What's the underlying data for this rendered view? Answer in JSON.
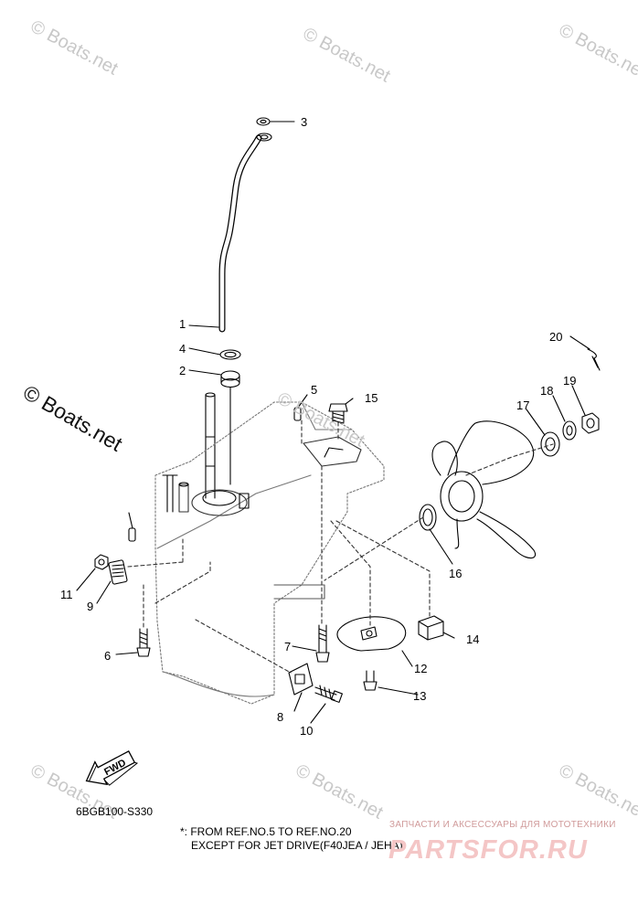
{
  "watermarks": {
    "text": "© Boats.net",
    "prominent": "© Boats.net"
  },
  "callouts": [
    "1",
    "2",
    "3",
    "4",
    "5",
    "6",
    "7",
    "8",
    "9",
    "10",
    "11",
    "12",
    "13",
    "14",
    "15",
    "16",
    "17",
    "18",
    "19",
    "20"
  ],
  "diagram_code": "6BGB100-S330",
  "footnote": {
    "line1": "*: FROM REF.NO.5 TO REF.NO.20",
    "line2": "EXCEPT FOR JET DRIVE(F40JEA / JEHA)"
  },
  "fwd_label": "FWD",
  "brand": {
    "tagline": "ЗАПЧАСТИ И АКСЕССУАРЫ ДЛЯ МОТОТЕХНИКИ",
    "name": "PARTSFOR.RU"
  }
}
